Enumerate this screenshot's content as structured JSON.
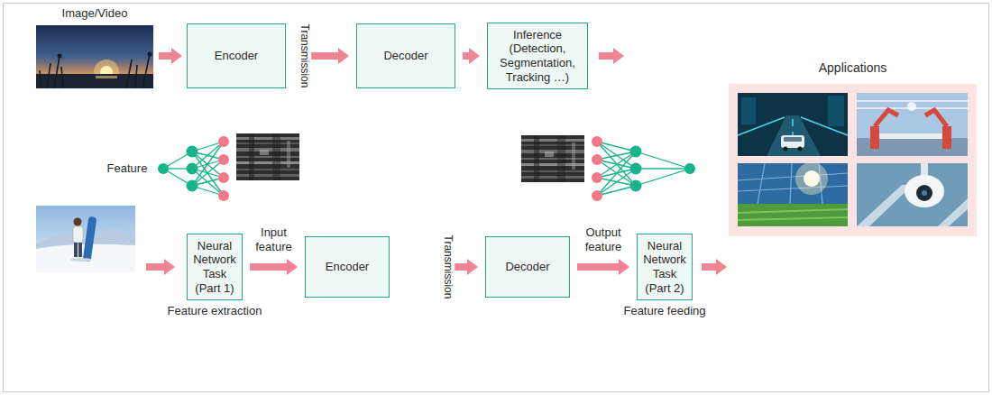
{
  "diagram": {
    "nodes": [
      {
        "text": [
          "Encoder"
        ]
      },
      {
        "text": [
          "Decoder"
        ]
      },
      {
        "text": [
          "Inference (Detection, Segmentation, Tracking …)"
        ]
      },
      {
        "text": [
          "Applications"
        ]
      },
      {
        "text": [
          "Neural Network Task (Part 1)"
        ]
      },
      {
        "text": [
          "Encoder"
        ]
      },
      {
        "text": [
          "Decoder"
        ]
      },
      {
        "text": [
          "Neural Network Task (Part 2)"
        ]
      }
    ],
    "edges": [
      {
        "from": 0,
        "to": 1,
        "label": "Transmission",
        "arrow": "to"
      },
      {
        "from": 1,
        "to": 2,
        "arrow": "to"
      },
      {
        "from": 4,
        "to": 5,
        "label": "Input feature",
        "arrow": "to"
      },
      {
        "from": 5,
        "to": 6,
        "label": "Transmission",
        "arrow": "to"
      },
      {
        "from": 6,
        "to": 7,
        "label": "Output feature",
        "arrow": "to"
      }
    ],
    "labels": [
      "Image/Video",
      "Feature",
      "Feature extraction",
      "Feature feeding"
    ]
  }
}
